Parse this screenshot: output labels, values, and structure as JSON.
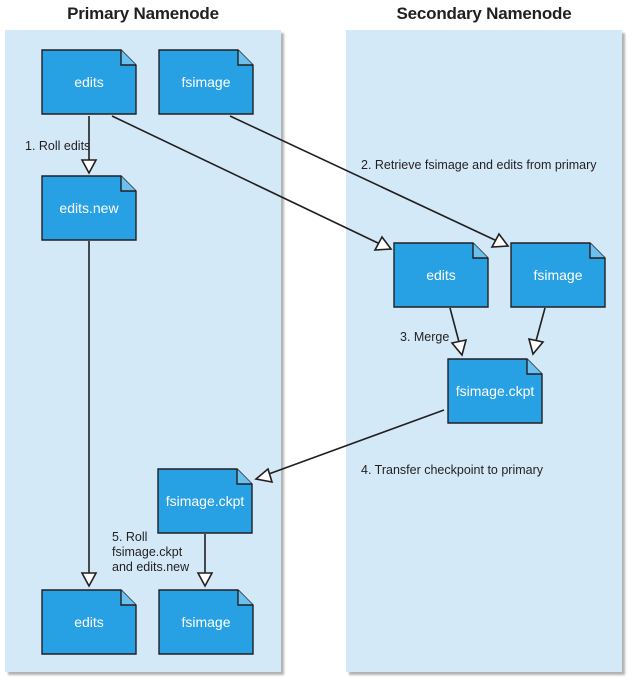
{
  "panels": {
    "primary": {
      "title": "Primary Namenode"
    },
    "secondary": {
      "title": "Secondary Namenode"
    }
  },
  "files": {
    "primary_edits": "edits",
    "primary_fsimage": "fsimage",
    "primary_edits_new": "edits.new",
    "secondary_edits": "edits",
    "secondary_fsimage": "fsimage",
    "secondary_fsimage_ckpt": "fsimage.ckpt",
    "primary_fsimage_ckpt": "fsimage.ckpt",
    "final_edits": "edits",
    "final_fsimage": "fsimage"
  },
  "steps": {
    "roll_edits": "1. Roll edits",
    "retrieve": "2. Retrieve fsimage and edits from primary",
    "merge": "3. Merge",
    "transfer": "4. Transfer checkpoint to primary",
    "roll_ckpt": [
      "5. Roll",
      "fsimage.ckpt",
      "and edits.new"
    ]
  },
  "colors": {
    "panel_fill": "#d4e9f7",
    "doc_fill": "#27a1e3",
    "doc_stroke": "#231f20",
    "arrow": "#231f20"
  }
}
